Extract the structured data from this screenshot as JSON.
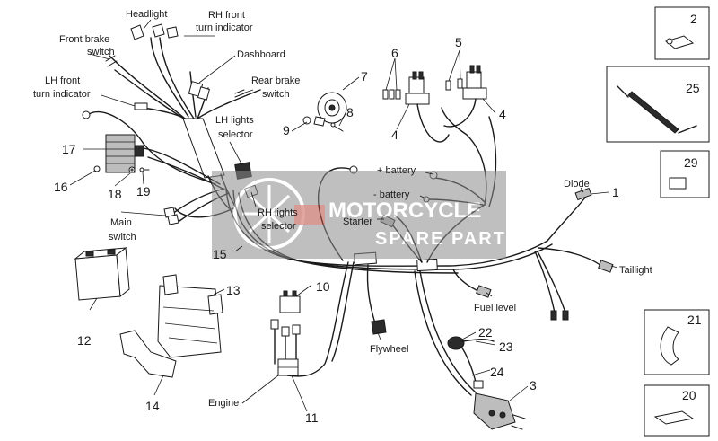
{
  "labels": {
    "headlight": "Headlight",
    "rh_front_ti_1": "RH front",
    "rh_front_ti_2": "turn indicator",
    "front_brake_1": "Front brake",
    "front_brake_2": "switch",
    "dashboard": "Dashboard",
    "rear_brake_1": "Rear brake",
    "rear_brake_2": "switch",
    "lh_front_ti_1": "LH front",
    "lh_front_ti_2": "turn indicator",
    "lh_lights_1": "LH lights",
    "lh_lights_2": "selector",
    "rh_lights_1": "RH lights",
    "rh_lights_2": "selector",
    "main_switch_1": "Main",
    "main_switch_2": "switch",
    "plus_battery": "+ battery",
    "minus_battery": "- battery",
    "starter": "Starter",
    "diode": "Diode",
    "taillight": "Taillight",
    "fuel_level": "Fuel level",
    "flywheel": "Flywheel",
    "engine": "Engine"
  },
  "numbers": {
    "n1": "1",
    "n2": "2",
    "n3": "3",
    "n4a": "4",
    "n4b": "4",
    "n5": "5",
    "n6": "6",
    "n7": "7",
    "n8": "8",
    "n9": "9",
    "n10": "10",
    "n11": "11",
    "n12": "12",
    "n13": "13",
    "n14": "14",
    "n15": "15",
    "n16": "16",
    "n17": "17",
    "n18": "18",
    "n19": "19",
    "n20": "20",
    "n21": "21",
    "n22": "22",
    "n23": "23",
    "n24": "24",
    "n25": "25",
    "n29": "29"
  },
  "watermark": {
    "line1": "MOTORCYCLE",
    "line2": "SPARE PARTS"
  },
  "colors": {
    "ink": "#1a1a1a",
    "watermark_bg": "#8c8c8c",
    "watermark_accent": "#c0392b"
  }
}
